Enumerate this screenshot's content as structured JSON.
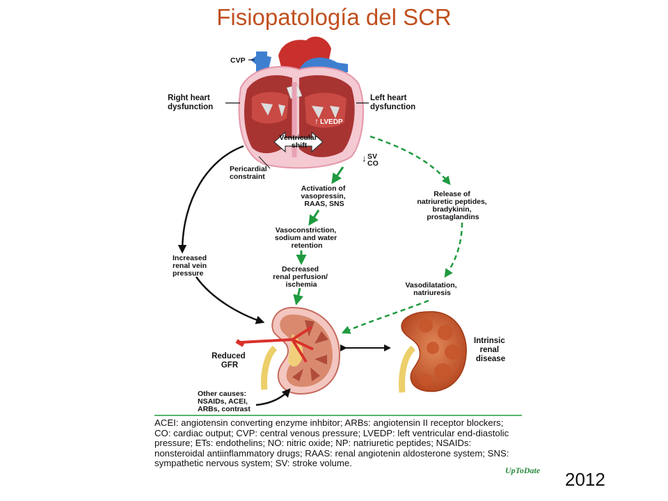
{
  "title": "Fisiopatología del SCR",
  "year": "2012",
  "colors": {
    "title": "#c0501f",
    "green_arrow": "#1f9a3f",
    "black_arrow": "#111111",
    "panel_line": "#1f9a3f"
  },
  "heart": {
    "cvp": "CVP",
    "right_dysfunction": [
      "Right heart",
      "dysfunction"
    ],
    "left_dysfunction": [
      "Left heart",
      "dysfunction"
    ],
    "lvedp": "LVEDP",
    "ventricular_shift": [
      "Ventricular",
      "shift"
    ],
    "sv_co": [
      "SV",
      "CO"
    ],
    "pericardial": [
      "Pericardial",
      "constraint"
    ]
  },
  "steps": {
    "activation": [
      "Activation of",
      "vasopressin,",
      "RAAS, SNS"
    ],
    "vasoconstriction": [
      "Vasoconstriction,",
      "sodium and water",
      "retention"
    ],
    "decreased": [
      "Decreased",
      "renal perfusion/",
      "ischemia"
    ],
    "release": [
      "Release of",
      "natriuretic peptides,",
      "bradykinin,",
      "prostaglandins"
    ],
    "vasodilatation": [
      "Vasodilatation,",
      "natriuresis"
    ],
    "renal_vein": [
      "Increased",
      "renal vein",
      "pressure"
    ],
    "reduced_gfr": [
      "Reduced",
      "GFR"
    ],
    "intrinsic": [
      "Intrinsic",
      "renal",
      "disease"
    ],
    "other_causes": [
      "Other causes:",
      "NSAIDs, ACEI,",
      "ARBs, contrast"
    ]
  },
  "legend": "ACEI: angiotensin converting enzyme inhbitor; ARBs: angiotensin II receptor blockers; CO: cardiac output; CVP: central venous pressure; LVEDP: left ventricular end-diastolic pressure; ETs: endothelins; NO: nitric oxide; NP: natriuretic peptides; NSAIDs: nonsteroidal antiinflammatory drugs; RAAS: renal angiotenin aldosterone system; SNS: sympathetic nervous system; SV: stroke volume.",
  "logo": "UpToDate"
}
